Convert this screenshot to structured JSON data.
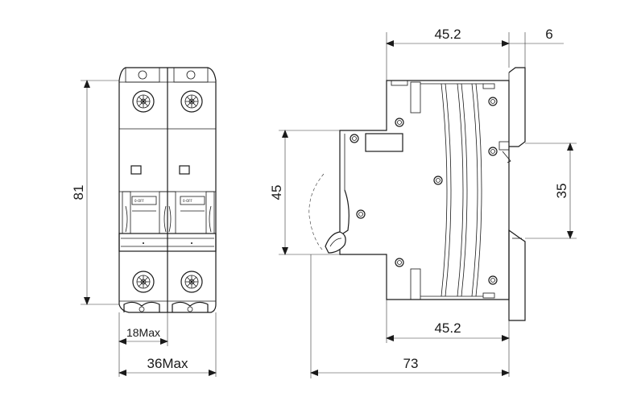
{
  "dimensions": {
    "front_height": "81",
    "pole_width": "18Max",
    "total_width": "36Max",
    "side_top_depth": "45.2",
    "side_top_offset": "6",
    "side_front_height": "45",
    "din_rail_height": "35",
    "side_bottom_depth": "45.2",
    "side_total_depth": "73"
  },
  "front_view": {
    "handle_label_left": "0-OFF",
    "handle_label_right": "0-OFF"
  }
}
